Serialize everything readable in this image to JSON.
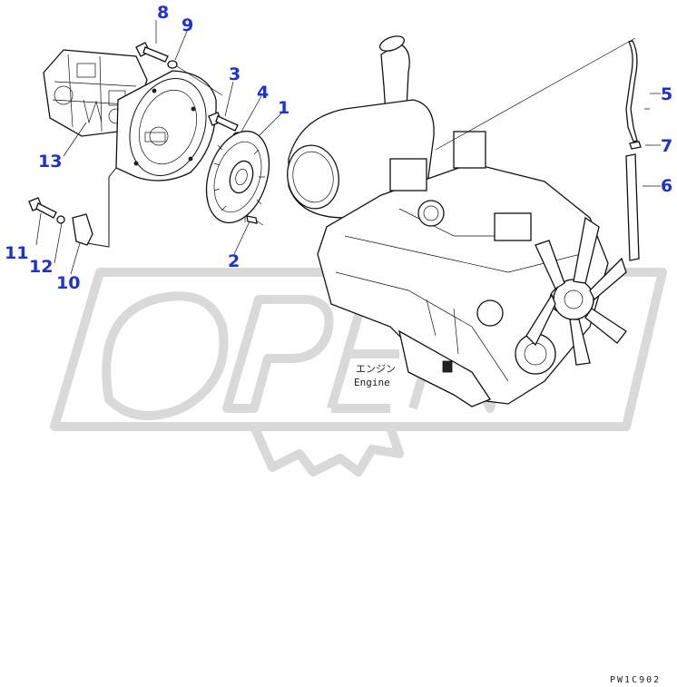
{
  "diagram": {
    "callouts": [
      {
        "id": "c1",
        "label": "1"
      },
      {
        "id": "c2",
        "label": "2"
      },
      {
        "id": "c3",
        "label": "3"
      },
      {
        "id": "c4",
        "label": "4"
      },
      {
        "id": "c5",
        "label": "5"
      },
      {
        "id": "c6",
        "label": "6"
      },
      {
        "id": "c7",
        "label": "7"
      },
      {
        "id": "c8",
        "label": "8"
      },
      {
        "id": "c9",
        "label": "9"
      },
      {
        "id": "c10",
        "label": "10"
      },
      {
        "id": "c11",
        "label": "11"
      },
      {
        "id": "c12",
        "label": "12"
      },
      {
        "id": "c13",
        "label": "13"
      }
    ],
    "engine_label_jp": "エンジン",
    "engine_label_en": "Engine",
    "drawing_code": "PW1C902",
    "watermark_text": "OPEN",
    "colors": {
      "callout": "#1f2fd6",
      "lines": "#111111",
      "watermark": "#d9d9d9"
    }
  }
}
